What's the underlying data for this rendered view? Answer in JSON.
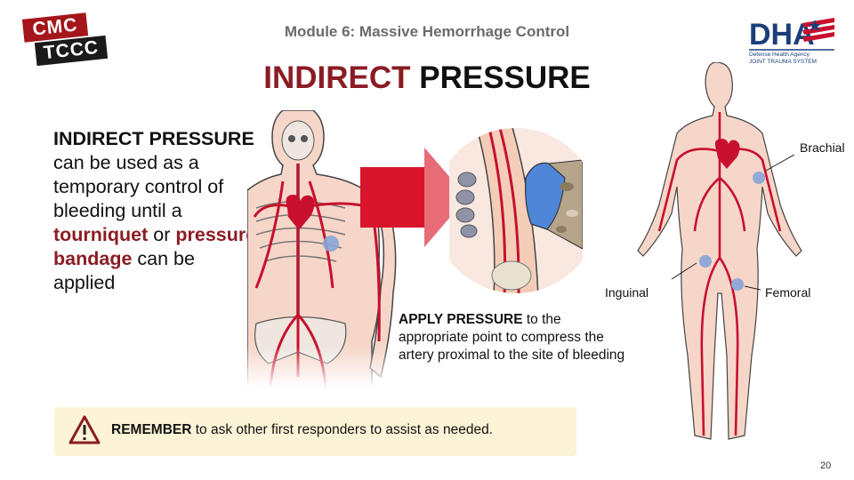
{
  "logo": {
    "line1": "CMC",
    "line2": "TCCC"
  },
  "module_title": "Module 6: Massive Hemorrhage Control",
  "title": {
    "part1": "INDIRECT",
    "part2": " PRESSURE"
  },
  "dha_logo": {
    "mark": "DHA",
    "line1": "Defense Health Agency",
    "line2": "JOINT TRAUMA SYSTEM"
  },
  "left_text": {
    "bold": "INDIRECT PRESSURE",
    "line": "can be used as a temporary control of bleeding until a ",
    "red1": "tourniquet",
    "or": " or ",
    "red2": "pressure bandage",
    "end": " can be applied"
  },
  "apply": {
    "bold": "APPLY PRESSURE",
    "text": " to the appropriate point to compress the artery proximal to the site of bleeding"
  },
  "labels": {
    "brachial": "Brachial",
    "inguinal": "Inguinal",
    "femoral": "Femoral"
  },
  "remember": {
    "bold": "REMEMBER",
    "text": " to ask other first responders to assist as needed."
  },
  "page_number": "20",
  "colors": {
    "accent_red": "#8b1c24",
    "arrow_red": "#d8152a",
    "pressure_point": "#8aa6d8",
    "skin": "#f6d6c8"
  }
}
